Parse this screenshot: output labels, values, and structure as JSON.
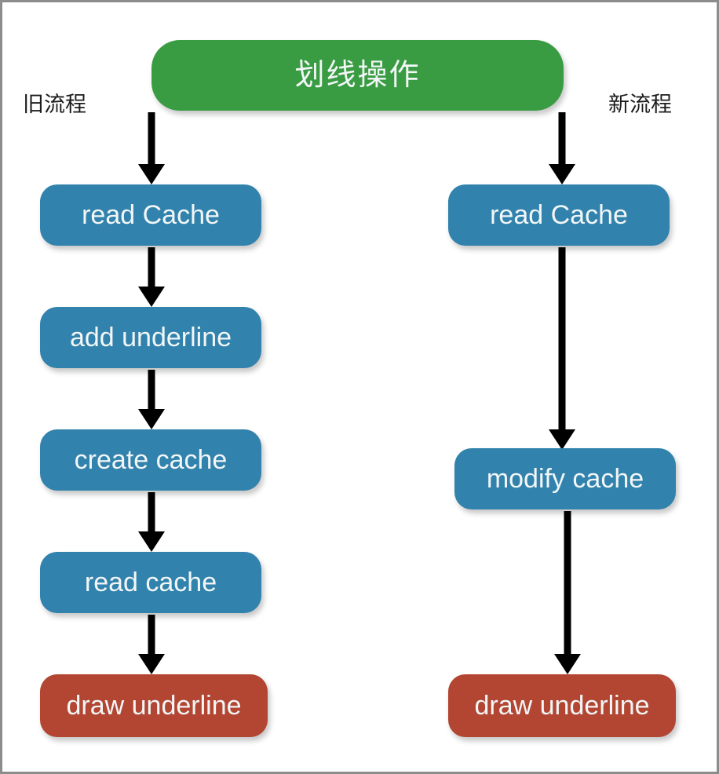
{
  "diagram": {
    "title_node": {
      "text": "划线操作",
      "color": "#3a9c42"
    },
    "captions": {
      "left": "旧流程",
      "right": "新流程"
    },
    "colors": {
      "green": "#3a9c42",
      "blue": "#3182ac",
      "red": "#b24632",
      "arrow": "#000000",
      "border": "#8c8c8c",
      "background": "#ffffff",
      "text": "#f2f6f7"
    },
    "left_flow": {
      "caption": "旧流程",
      "steps": [
        {
          "label": "read Cache",
          "color": "#3182ac",
          "type": "process"
        },
        {
          "label": "add underline",
          "color": "#3182ac",
          "type": "process"
        },
        {
          "label": "create cache",
          "color": "#3182ac",
          "type": "process"
        },
        {
          "label": "read cache",
          "color": "#3182ac",
          "type": "process"
        },
        {
          "label": "draw underline",
          "color": "#b24632",
          "type": "terminal"
        }
      ]
    },
    "right_flow": {
      "caption": "新流程",
      "steps": [
        {
          "label": "read Cache",
          "color": "#3182ac",
          "type": "process"
        },
        {
          "label": "modify cache",
          "color": "#3182ac",
          "type": "process"
        },
        {
          "label": "draw underline",
          "color": "#b24632",
          "type": "terminal"
        }
      ]
    }
  }
}
